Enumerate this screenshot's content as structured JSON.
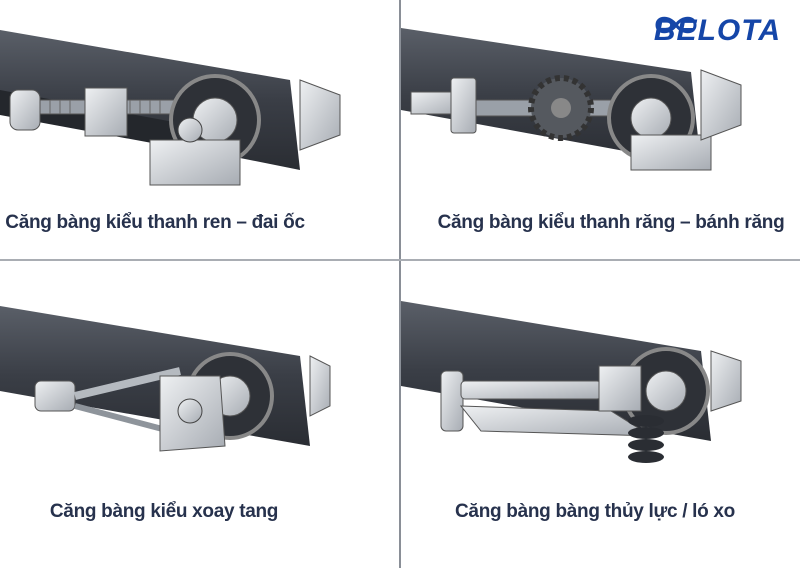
{
  "brand": {
    "name": "BELOTA",
    "color": "#1546a8",
    "icon": "infinity-icon"
  },
  "colors": {
    "caption": "#27324d",
    "belt": "#3b3f47",
    "metal": "#c9cdd3",
    "divider": "#8a8f97"
  },
  "panels": [
    {
      "caption": "Căng bàng kiểu thanh ren – đai ốc"
    },
    {
      "caption": "Căng bàng kiểu thanh răng – bánh răng"
    },
    {
      "caption": "Căng bàng kiểu xoay tang"
    },
    {
      "caption": "Căng bàng bàng thủy lực / ló xo"
    }
  ]
}
